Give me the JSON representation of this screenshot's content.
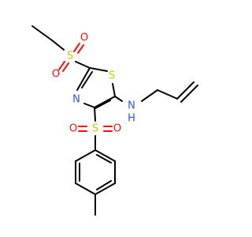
{
  "molecule": {
    "colors": {
      "bond": "#000000",
      "sulfur": "#c8c800",
      "oxygen": "#ff0d0d",
      "nitrogen": "#3050f8",
      "background": "#ffffff"
    },
    "labels": {
      "s_ethylsulfonyl": "S",
      "o_ethylsulfonyl_left": "O",
      "o_ethylsulfonyl_right": "O",
      "s_ring": "S",
      "n_ring": "N",
      "nh": "N",
      "h": "H",
      "s_tosyl": "S",
      "o_tosyl_left": "O",
      "o_tosyl_right": "O"
    }
  }
}
